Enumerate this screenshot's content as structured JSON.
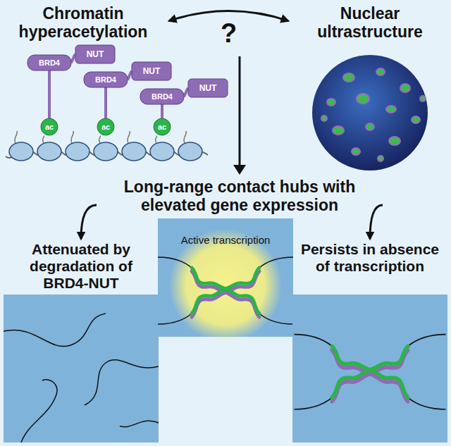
{
  "diagram": {
    "nodes": [
      {
        "text": [
          "Chromatin hyperacetylation"
        ]
      },
      {
        "text": [
          "Nuclear ultrastructure"
        ]
      },
      {
        "text": [
          "Long-range contact hubs with elevated gene expression"
        ]
      },
      {
        "text": [
          "Active transcription"
        ]
      },
      {
        "text": [
          "Attenuated by degradation of BRD4-NUT"
        ]
      },
      {
        "text": [
          "Persists in absence of transcription"
        ]
      }
    ],
    "edges": [
      {
        "from": 0,
        "to": 1,
        "arrow": "both",
        "label": "?"
      },
      {
        "from": 2,
        "to": 4,
        "arrow": "to"
      },
      {
        "from": 2,
        "to": 5,
        "arrow": "to"
      }
    ],
    "labels": [
      "BRD4",
      "NUT",
      "ac",
      "BRD4",
      "NUT",
      "ac",
      "BRD4",
      "NUT",
      "ac"
    ]
  }
}
